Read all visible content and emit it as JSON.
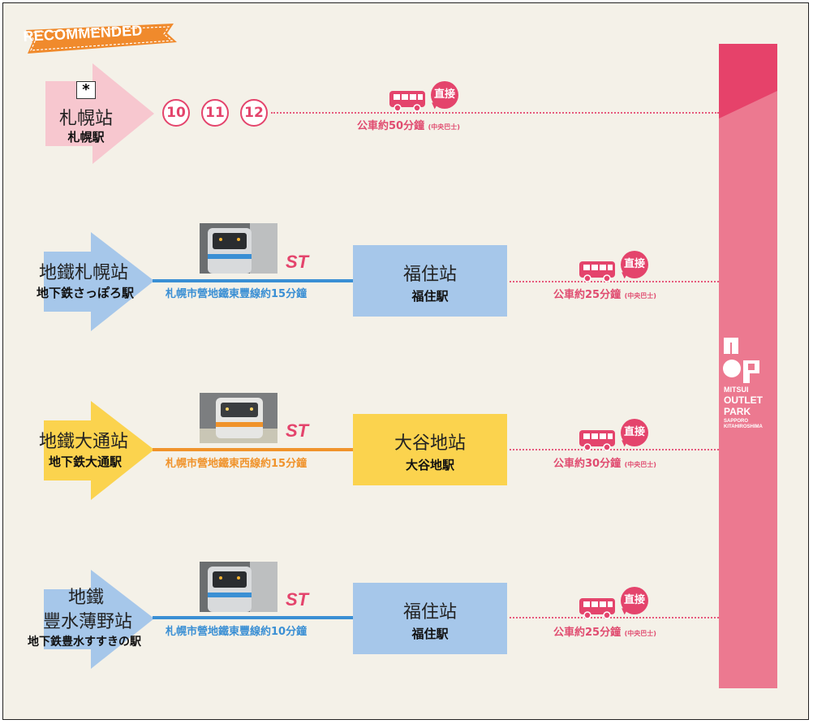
{
  "banner": {
    "label": "RECOMMENDED"
  },
  "destination": {
    "logo_lines": [
      "MITSUI",
      "OUTLET",
      "PARK",
      "SAPPORO",
      "KITAHIROSHIMA"
    ]
  },
  "colors": {
    "bus_pink": "#e4446c",
    "toho_line_blue": "#3a8fd4",
    "tozai_line_orange": "#f0932b",
    "background": "#f4f1e8"
  },
  "routes": [
    {
      "origin_icon": "jr-mark",
      "origin_mark": "*",
      "origin_name": "札幌站",
      "origin_jp": "札幌駅",
      "bus_stops": [
        "10",
        "11",
        "12"
      ],
      "direct_label": "直接",
      "bus_caption": "公車約50分鐘",
      "bus_operator": "(中央巴士)"
    },
    {
      "origin_name": "地鐵札幌站",
      "origin_jp": "地下鉄さっぽろ駅",
      "line_logo": "ST",
      "line_caption": "札幌市營地鐵東豐線約15分鐘",
      "transfer_name": "福住站",
      "transfer_jp": "福住駅",
      "direct_label": "直接",
      "bus_caption": "公車約25分鐘",
      "bus_operator": "(中央巴士)"
    },
    {
      "origin_name": "地鐵大通站",
      "origin_jp": "地下鉄大通駅",
      "line_logo": "ST",
      "line_caption": "札幌市營地鐵東西線約15分鐘",
      "transfer_name": "大谷地站",
      "transfer_jp": "大谷地駅",
      "direct_label": "直接",
      "bus_caption": "公車約30分鐘",
      "bus_operator": "(中央巴士)"
    },
    {
      "origin_name_line1": "地鐵",
      "origin_name_line2": "豐水薄野站",
      "origin_jp": "地下鉄豊水すすきの駅",
      "line_logo": "ST",
      "line_caption": "札幌市營地鐵東豐線約10分鐘",
      "transfer_name": "福住站",
      "transfer_jp": "福住駅",
      "direct_label": "直接",
      "bus_caption": "公車約25分鐘",
      "bus_operator": "(中央巴士)"
    }
  ]
}
